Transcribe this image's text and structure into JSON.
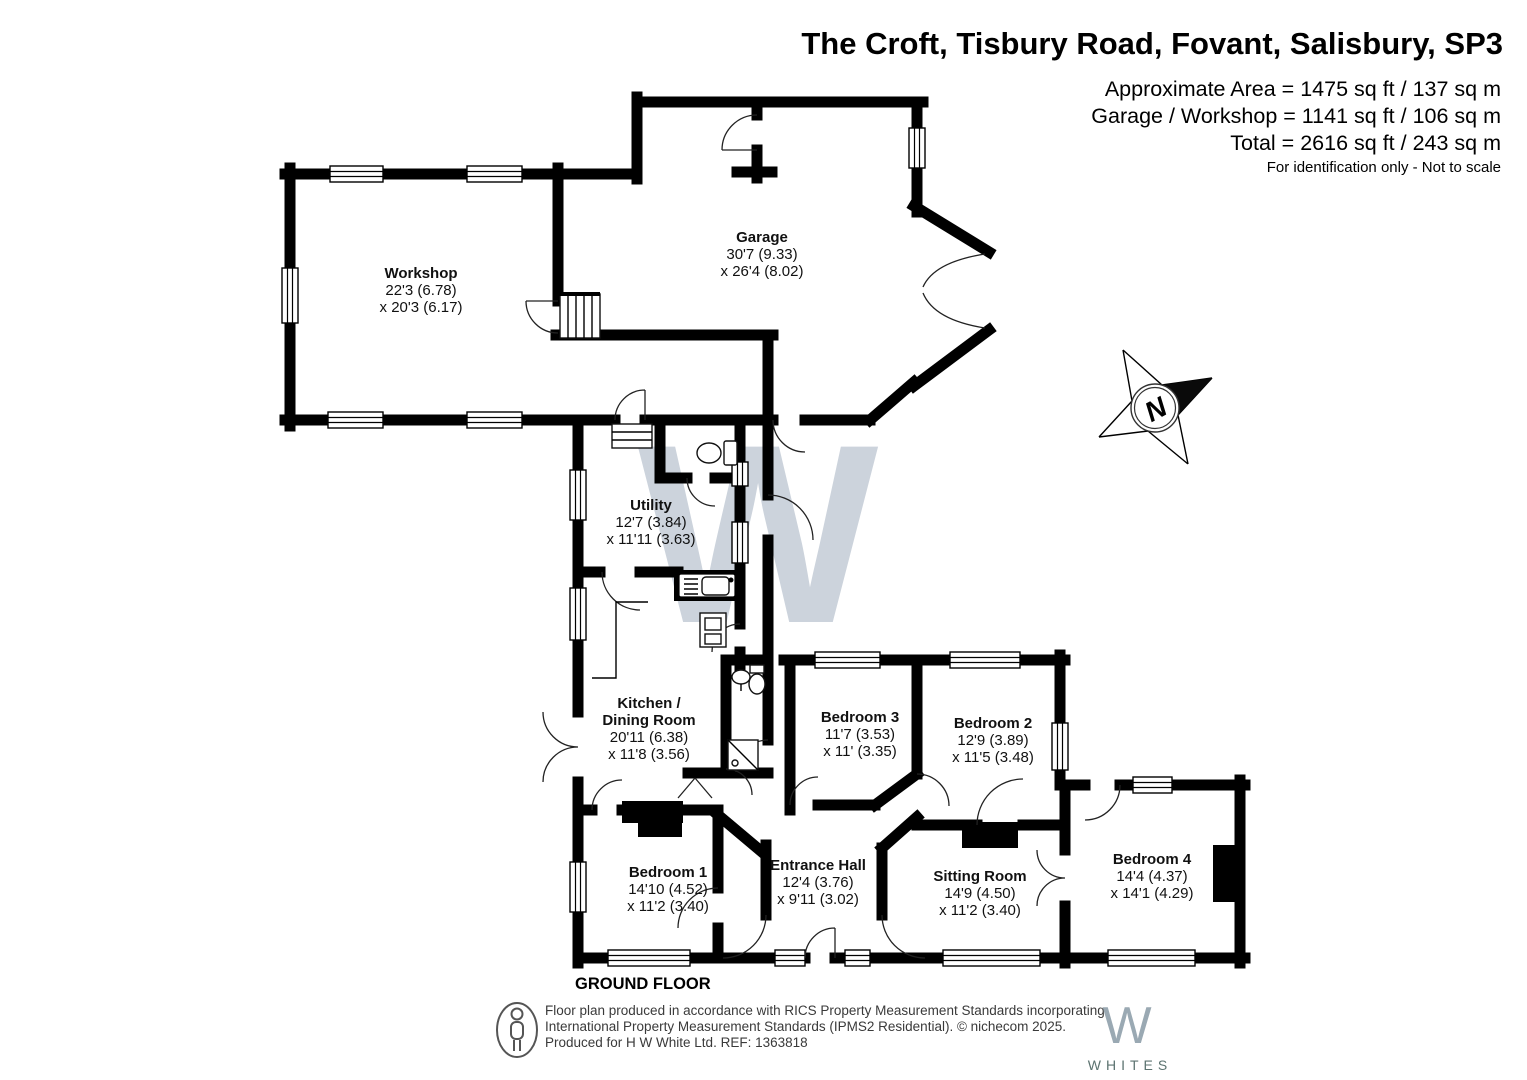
{
  "header": {
    "title": "The Croft, Tisbury Road, Fovant, Salisbury, SP3",
    "area_line1": "Approximate Area = 1475 sq ft / 137 sq m",
    "area_line2": "Garage / Workshop = 1141 sq ft / 106 sq m",
    "area_line3": "Total = 2616 sq ft / 243 sq m",
    "disclaimer": "For identification only - Not to scale"
  },
  "plan": {
    "floor_label": "GROUND FLOOR"
  },
  "rooms": [
    {
      "name": "Workshop",
      "dim1": "22'3 (6.78)",
      "dim2": "x 20'3 (6.17)"
    },
    {
      "name": "Garage",
      "dim1": "30'7 (9.33)",
      "dim2": "x 26'4 (8.02)"
    },
    {
      "name": "Utility",
      "dim1": "12'7 (3.84)",
      "dim2": "x 11'11 (3.63)"
    },
    {
      "name": "Kitchen /",
      "name2": "Dining Room",
      "dim1": "20'11 (6.38)",
      "dim2": "x 11'8 (3.56)"
    },
    {
      "name": "Bedroom 3",
      "dim1": "11'7 (3.53)",
      "dim2": "x 11' (3.35)"
    },
    {
      "name": "Bedroom 2",
      "dim1": "12'9 (3.89)",
      "dim2": "x 11'5 (3.48)"
    },
    {
      "name": "Bedroom 1",
      "dim1": "14'10 (4.52)",
      "dim2": "x 11'2 (3.40)"
    },
    {
      "name": "Entrance Hall",
      "dim1": "12'4 (3.76)",
      "dim2": "x 9'11 (3.02)"
    },
    {
      "name": "Sitting Room",
      "dim1": "14'9 (4.50)",
      "dim2": "x 11'2 (3.40)"
    },
    {
      "name": "Bedroom 4",
      "dim1": "14'4 (4.37)",
      "dim2": "x 14'1 (4.29)"
    }
  ],
  "compass": {
    "north_label": "N"
  },
  "watermark_letter": "W",
  "footer": {
    "line1": "Floor plan produced in accordance with RICS Property Measurement Standards incorporating",
    "line2": "International Property Measurement Standards (IPMS2 Residential).   © nichecom 2025.",
    "line3": "Produced for H W White Ltd.   REF: 1363818",
    "logo_letter": "W",
    "logo_name": "WHITES"
  },
  "colors": {
    "wall": "#000000",
    "watermark": "#ccd3dc",
    "logo_w": "#9aa9b3",
    "logo_text": "#5c7370"
  }
}
